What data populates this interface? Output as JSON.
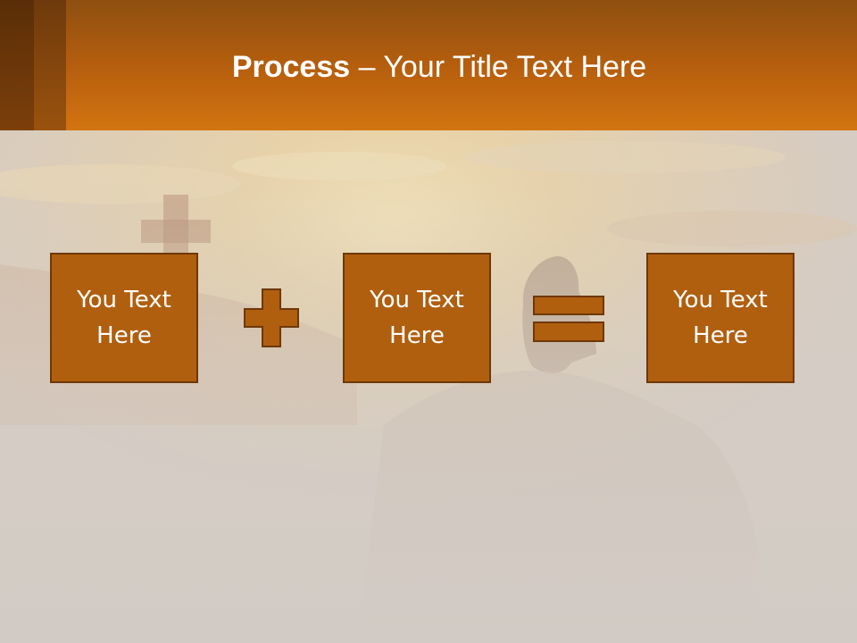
{
  "slide": {
    "title_bold": "Process",
    "title_rest": " – Your Title Text Here",
    "steps": [
      {
        "label": "You Text\nHere"
      },
      {
        "label": "You Text\nHere"
      },
      {
        "label": "You Text\nHere"
      }
    ],
    "operators": [
      "plus-icon",
      "equals-icon"
    ],
    "colors": {
      "header": "#c96e10",
      "box_fill": "#b05f0f",
      "box_border": "#6e3808",
      "background": "#d4cdc6"
    }
  }
}
